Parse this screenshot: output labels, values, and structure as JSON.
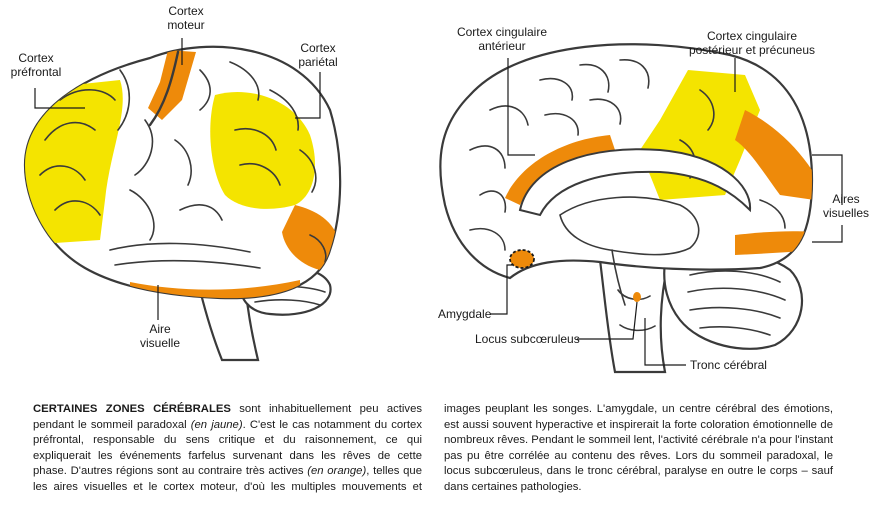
{
  "labels": {
    "cortex_moteur": [
      "Cortex",
      "moteur"
    ],
    "cortex_prefrontal": [
      "Cortex",
      "préfrontal"
    ],
    "cortex_parietal": [
      "Cortex",
      "pariétal"
    ],
    "aire_visuelle": [
      "Aire",
      "visuelle"
    ],
    "cortex_cingulaire_anterieur": [
      "Cortex cingulaire",
      "antérieur"
    ],
    "cortex_cingulaire_posterieur": [
      "Cortex cingulaire",
      "postérieur et précuneus"
    ],
    "aires_visuelles": [
      "Aires",
      "visuelles"
    ],
    "amygdale": "Amygdale",
    "locus": "Locus subcœruleus",
    "tronc": "Tronc cérébral"
  },
  "caption": {
    "lead": "CERTAINES ZONES CÉRÉBRALES",
    "p1": " sont inhabituellement peu actives pendant le sommeil paradoxal ",
    "em1": "(en jaune)",
    "p2": ". C'est le cas notamment du cortex préfrontal, responsable du sens critique et du raisonnement, ce qui expliquerait les événements farfelus survenant dans les rêves de cette phase. D'autres régions sont au contraire très actives ",
    "em2": "(en orange)",
    "p3": ", telles que les aires visuelles et le cortex moteur, d'où les multiples mouvements et images peuplant les songes. L'amygdale, un centre cérébral des émotions, est aussi souvent hyperactive et inspirerait la forte coloration émotionnelle de nombreux rêves. Pendant le sommeil lent, l'activité cérébrale n'a pour l'instant pas pu être corrélée au contenu des rêves. Lors du sommeil paradoxal, le locus subcœruleus, dans le tronc cérébral, paralyse en outre le corps – sauf dans certaines pathologies."
  },
  "colors": {
    "yellow": "#f4e400",
    "orange": "#ee8a0a"
  }
}
